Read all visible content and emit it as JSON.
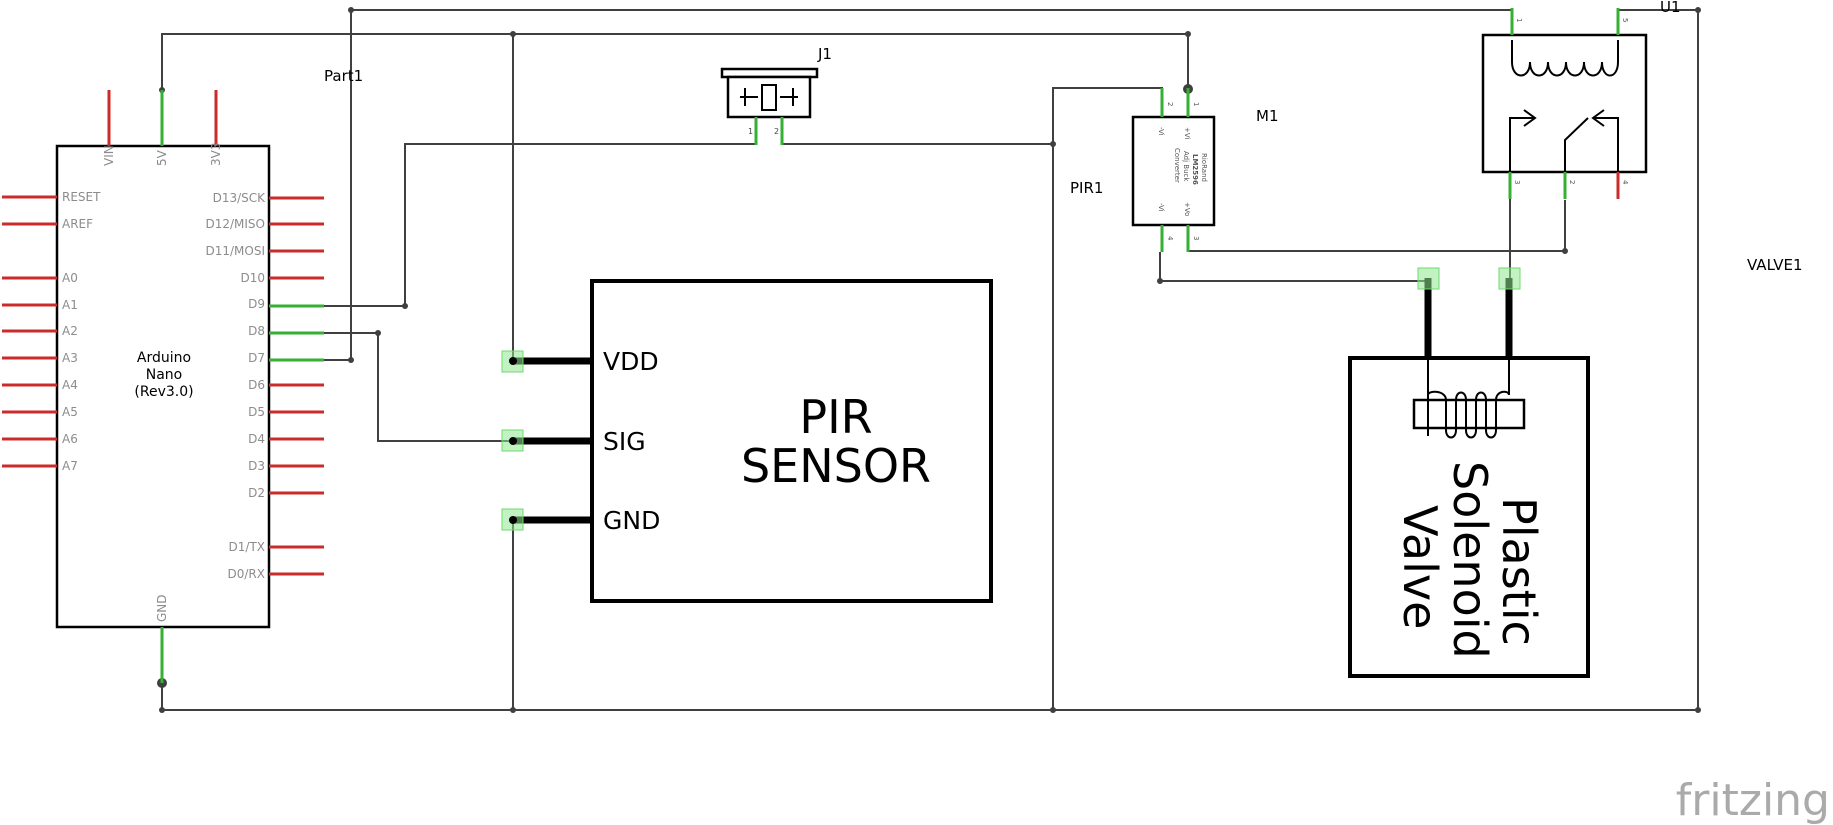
{
  "arduino": {
    "label": "Part1",
    "name_lines": [
      "Arduino",
      "Nano",
      "(Rev3.0)"
    ],
    "top_pins": [
      "VIN",
      "5V",
      "3V3"
    ],
    "left_pins": [
      "RESET",
      "AREF",
      "A0",
      "A1",
      "A2",
      "A3",
      "A4",
      "A5",
      "A6",
      "A7"
    ],
    "right_pins": [
      "D13/SCK",
      "D12/MISO",
      "D11/MOSI",
      "D10",
      "D9",
      "D8",
      "D7",
      "D6",
      "D5",
      "D4",
      "D3",
      "D2",
      "D1/TX",
      "D0/RX"
    ],
    "bottom_pin": "GND"
  },
  "pir": {
    "label": "PIR1",
    "title_lines": [
      "PIR",
      "SENSOR"
    ],
    "pins": [
      "VDD",
      "SIG",
      "GND"
    ]
  },
  "jack": {
    "label": "J1",
    "pins": [
      "1",
      "2"
    ]
  },
  "buck": {
    "label": "M1",
    "lines": [
      "RioRand",
      "LM2596",
      "Adj Buck",
      "Converter"
    ],
    "pin_labels": [
      "-Vi",
      "+Vi",
      "-Vi",
      "+Vo"
    ],
    "pin_numbers": [
      "2",
      "1",
      "4",
      "3"
    ]
  },
  "relay": {
    "label": "U1",
    "pin_numbers": [
      "1",
      "5",
      "3",
      "2",
      "4"
    ]
  },
  "valve": {
    "label": "VALVE1",
    "title_lines": [
      "Plastic",
      "Solenoid",
      "Valve"
    ]
  },
  "brand": {
    "logo": "fritzing"
  }
}
